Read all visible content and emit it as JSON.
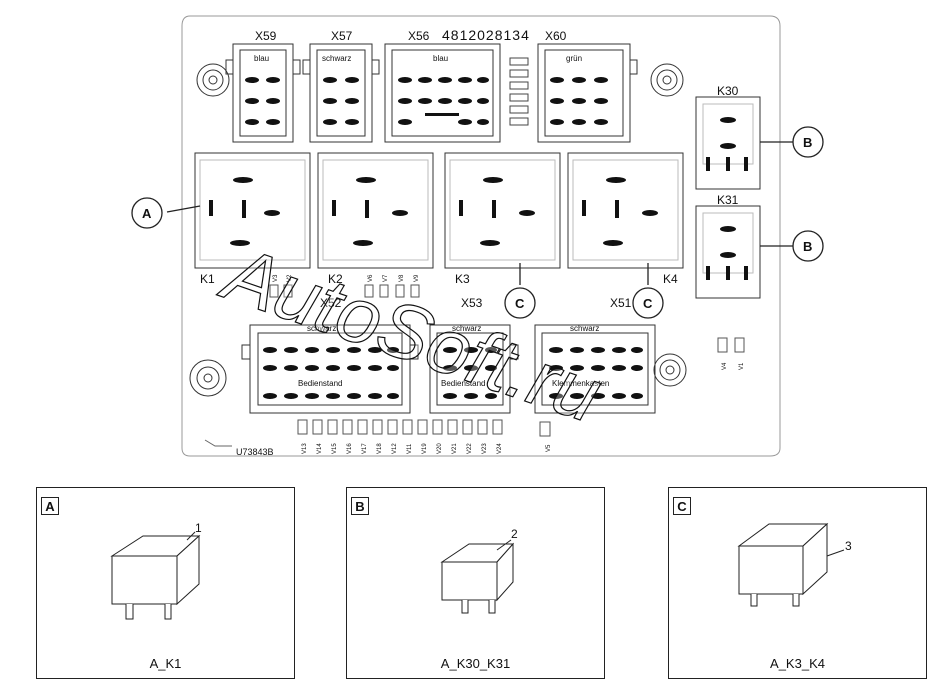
{
  "board": {
    "part_number": "4812028134",
    "drawing_id": "U73843B",
    "connectors": {
      "x59": "X59",
      "x57": "X57",
      "x56": "X56",
      "x60": "X60",
      "x52": "X52",
      "x53": "X53",
      "x51": "X51"
    },
    "connector_colors": {
      "x59": "blau",
      "x57": "schwarz",
      "x56": "blau",
      "x60": "grün",
      "x52": "schwarz",
      "x53": "schwarz",
      "x51": "schwarz"
    },
    "connector_labels": {
      "x52": "Bedienstand",
      "x53": "Bedienstand",
      "x51": "Klemmenkasten"
    },
    "relays": {
      "k1": "K1",
      "k2": "K2",
      "k3": "K3",
      "k4": "K4",
      "k30": "K30",
      "k31": "K31"
    },
    "diodes_bottom": [
      "V13",
      "V14",
      "V15",
      "V16",
      "V17",
      "V18",
      "V12",
      "V11",
      "V19",
      "V20",
      "V21",
      "V22",
      "V23",
      "V24"
    ],
    "diode_v5": "V5",
    "diodes_right": [
      "V4",
      "V1"
    ],
    "diodes_mid": [
      "V3",
      "V2",
      "V6",
      "V7",
      "V8",
      "V9"
    ]
  },
  "callouts": {
    "a": "A",
    "b": "B",
    "c": "C"
  },
  "watermark": "AutoSoft.ru",
  "panels": [
    {
      "tag": "A",
      "number": "1",
      "caption": "A_K1"
    },
    {
      "tag": "B",
      "number": "2",
      "caption": "A_K30_K31"
    },
    {
      "tag": "C",
      "number": "3",
      "caption": "A_K3_K4"
    }
  ]
}
